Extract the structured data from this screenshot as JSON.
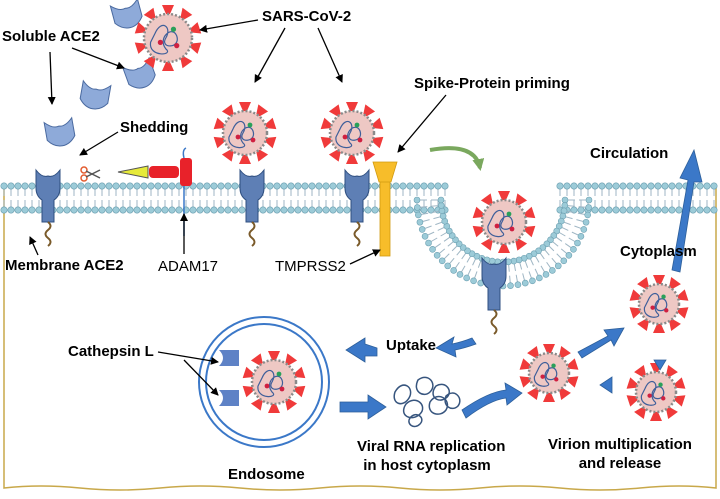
{
  "labels": {
    "sars_cov_2": "SARS-CoV-2",
    "soluble_ace2": "Soluble ACE2",
    "shedding": "Shedding",
    "spike_priming": "Spike-Protein priming",
    "circulation": "Circulation",
    "cytoplasm": "Cytoplasm",
    "membrane_ace2": "Membrane ACE2",
    "adam17": "ADAM17",
    "tmprss2": "TMPRSS2",
    "uptake": "Uptake",
    "cathepsin_l": "Cathepsin L",
    "endosome": "Endosome",
    "rna_line1": "Viral RNA replication",
    "rna_line2": "in host cytoplasm",
    "virion_line1": "Virion multiplication",
    "virion_line2": "and release"
  },
  "colors": {
    "virus_body": "#eec8c4",
    "spike": "#f03a3a",
    "receptor": "#5e7fb5",
    "membrane_head": "#9ccbd8",
    "arrow_blue": "#3b78c8",
    "arrow_green": "#7aa85e",
    "tmprss2": "#f7bd2a",
    "adam17": "#e8222a",
    "rna": "#37557e",
    "cell_border": "#c8a84a"
  }
}
